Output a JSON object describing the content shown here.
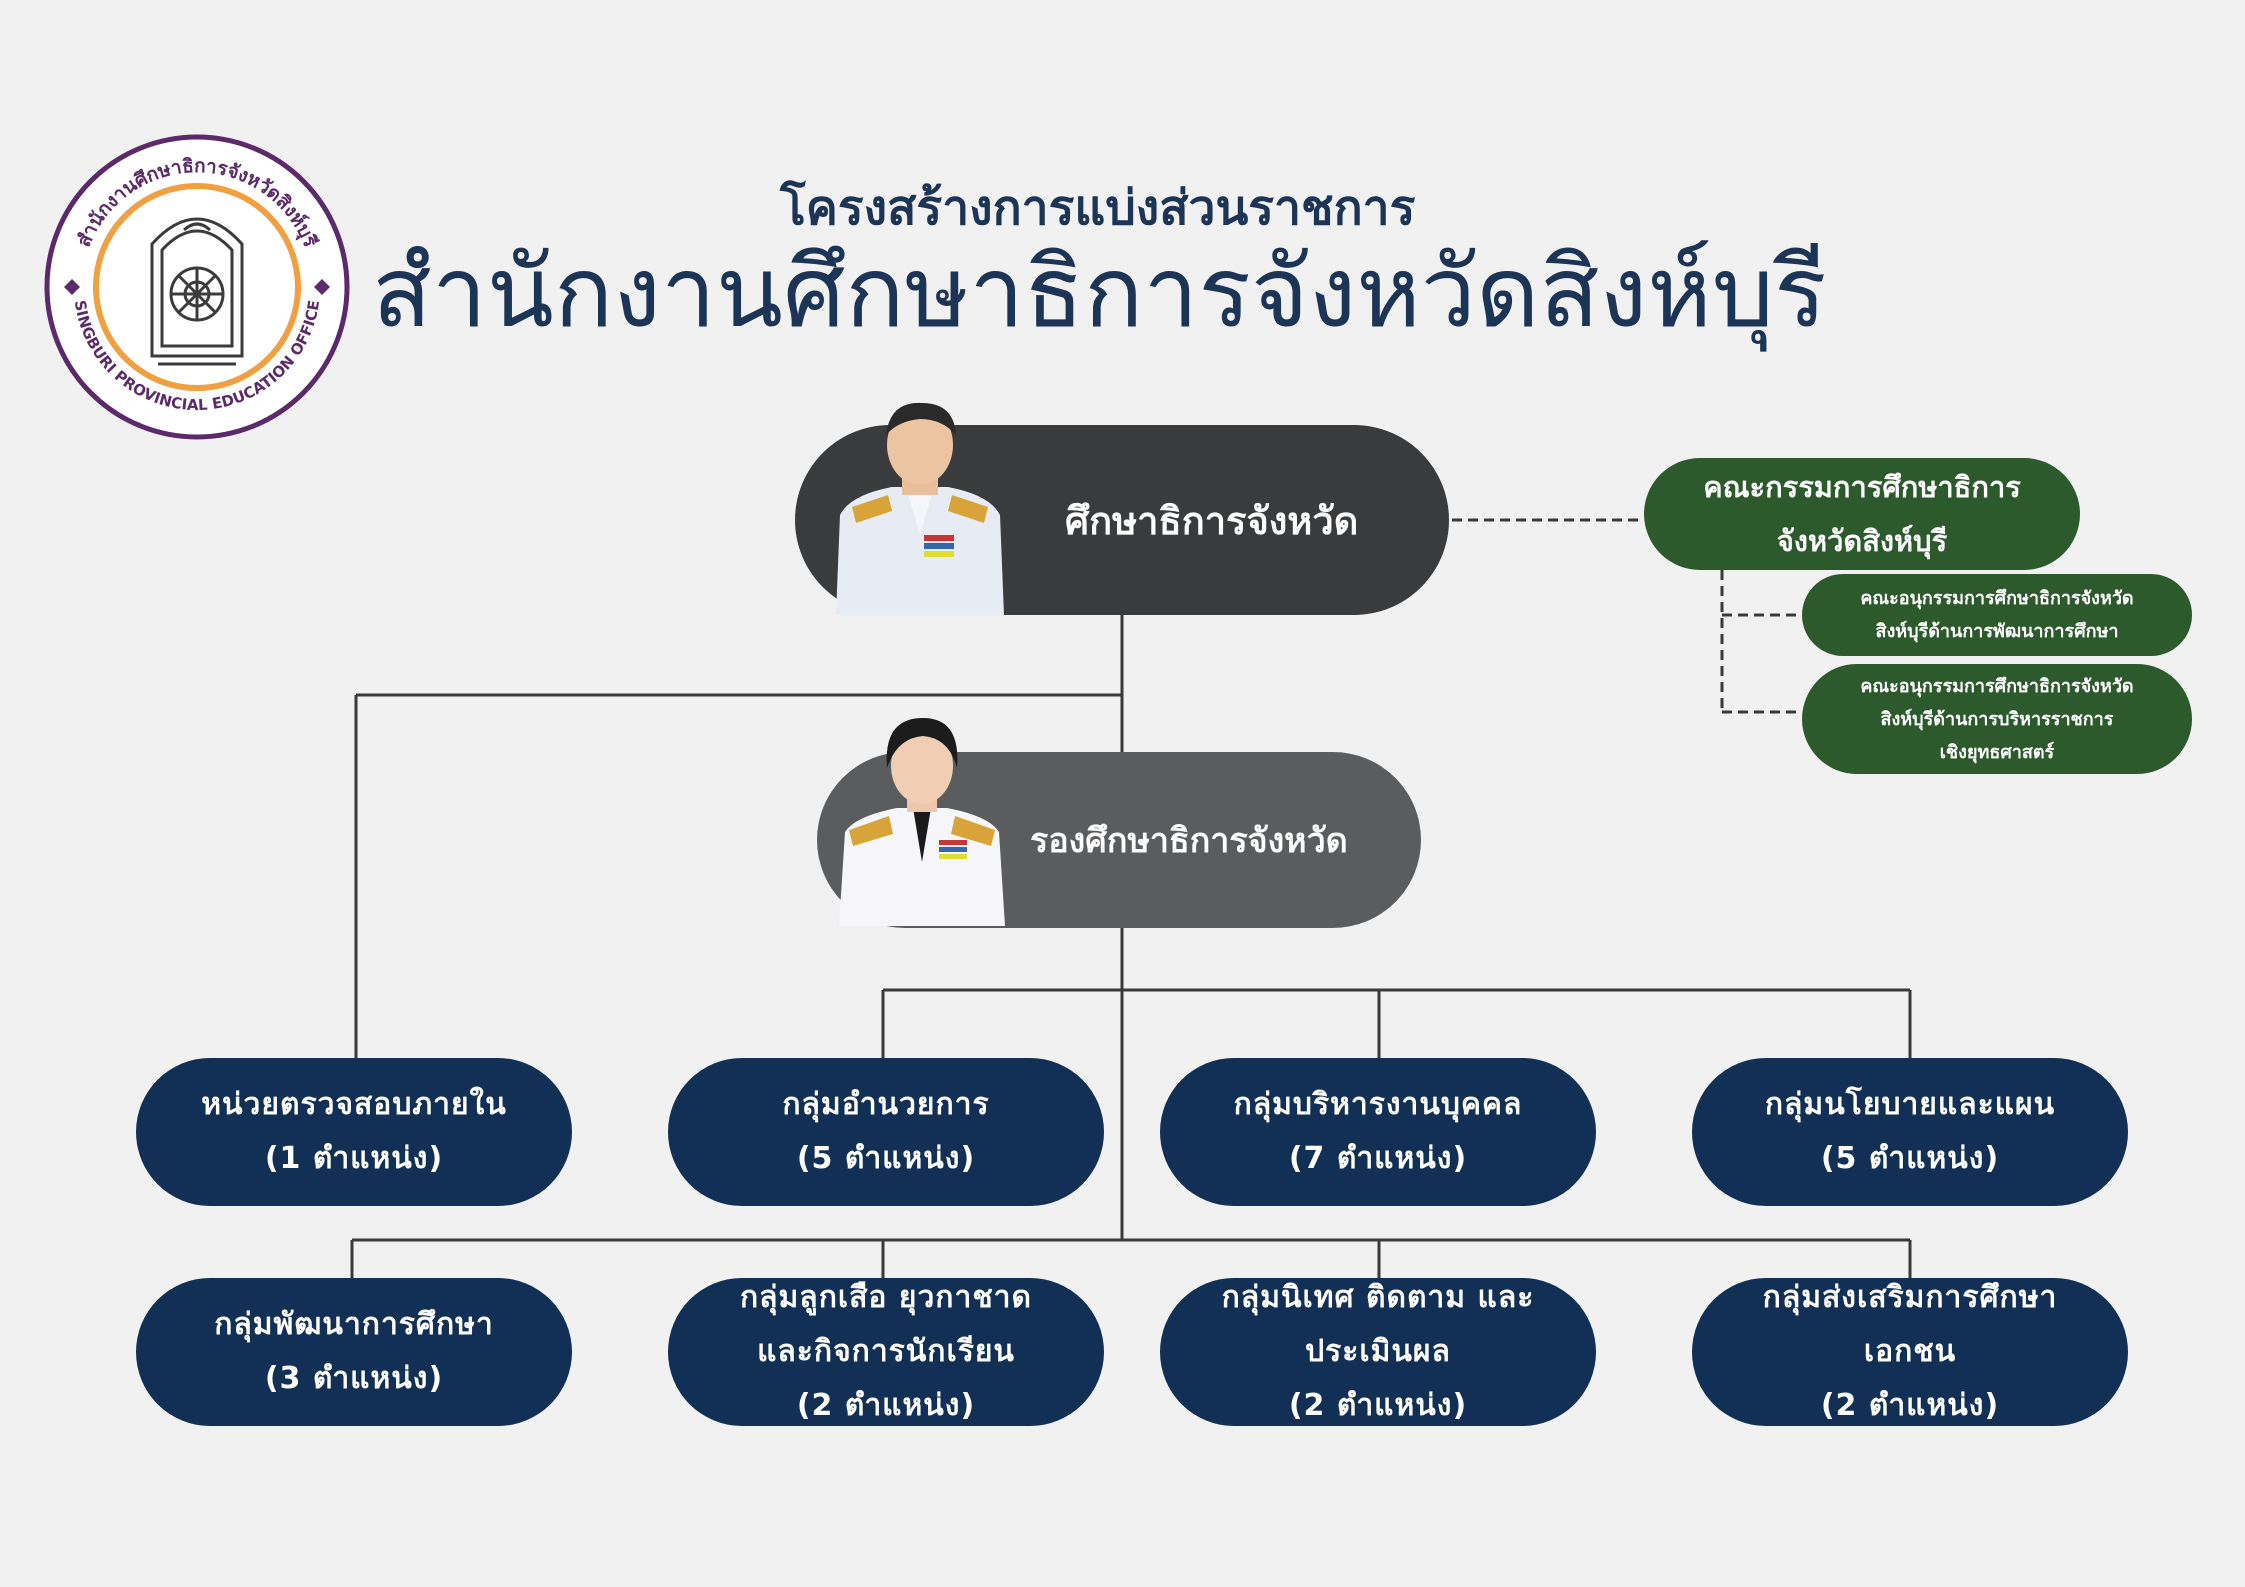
{
  "header": {
    "subtitle": "โครงสร้างการแบ่งส่วนราชการ",
    "title": "สำนักงานศึกษาธิการจังหวัดสิงห์บุรี"
  },
  "logo": {
    "ring_text_top": "สำนักงานศึกษาธิการจังหวัดสิงห์บุรี",
    "ring_text_bottom": "SINGBURI PROVINCIAL EDUCATION OFFICE",
    "colors": {
      "ring": "#5c2a6a",
      "inner_ring": "#f0a040"
    }
  },
  "leaders": {
    "director": {
      "title": "ศึกษาธิการจังหวัด"
    },
    "deputy": {
      "title": "รองศึกษาธิการจังหวัด"
    }
  },
  "committees": {
    "main": [
      "คณะกรรมการศึกษาธิการ",
      "จังหวัดสิงห์บุรี"
    ],
    "sub1": [
      "คณะอนุกรรมการศึกษาธิการจังหวัด",
      "สิงห์บุรีด้านการพัฒนาการศึกษา"
    ],
    "sub2": [
      "คณะอนุกรรมการศึกษาธิการจังหวัด",
      "สิงห์บุรีด้านการบริหารราชการ",
      "เชิงยุทธศาสตร์"
    ]
  },
  "units_row1": [
    {
      "lines": [
        "หน่วยตรวจสอบภายใน",
        "(1 ตำแหน่ง)"
      ]
    },
    {
      "lines": [
        "กลุ่มอำนวยการ",
        "(5 ตำแหน่ง)"
      ]
    },
    {
      "lines": [
        "กลุ่มบริหารงานบุคคล",
        "(7 ตำแหน่ง)"
      ]
    },
    {
      "lines": [
        "กลุ่มนโยบายและแผน",
        "(5 ตำแหน่ง)"
      ]
    }
  ],
  "units_row2": [
    {
      "lines": [
        "กลุ่มพัฒนาการศึกษา",
        "(3 ตำแหน่ง)"
      ]
    },
    {
      "lines": [
        "กลุ่มลูกเสือ ยุวกาชาด",
        "และกิจการนักเรียน",
        "(2 ตำแหน่ง)"
      ]
    },
    {
      "lines": [
        "กลุ่มนิเทศ ติดตาม และ",
        "ประเมินผล",
        "(2 ตำแหน่ง)"
      ]
    },
    {
      "lines": [
        "กลุ่มส่งเสริมการศึกษา",
        "เอกชน",
        "(2 ตำแหน่ง)"
      ]
    }
  ],
  "colors": {
    "background": "#f1f1f1",
    "title": "#1c3455",
    "director_box": "#3a3b3c",
    "deputy_box": "#5a5c5e",
    "committee": "#2d5a2d",
    "unit": "#123055"
  }
}
